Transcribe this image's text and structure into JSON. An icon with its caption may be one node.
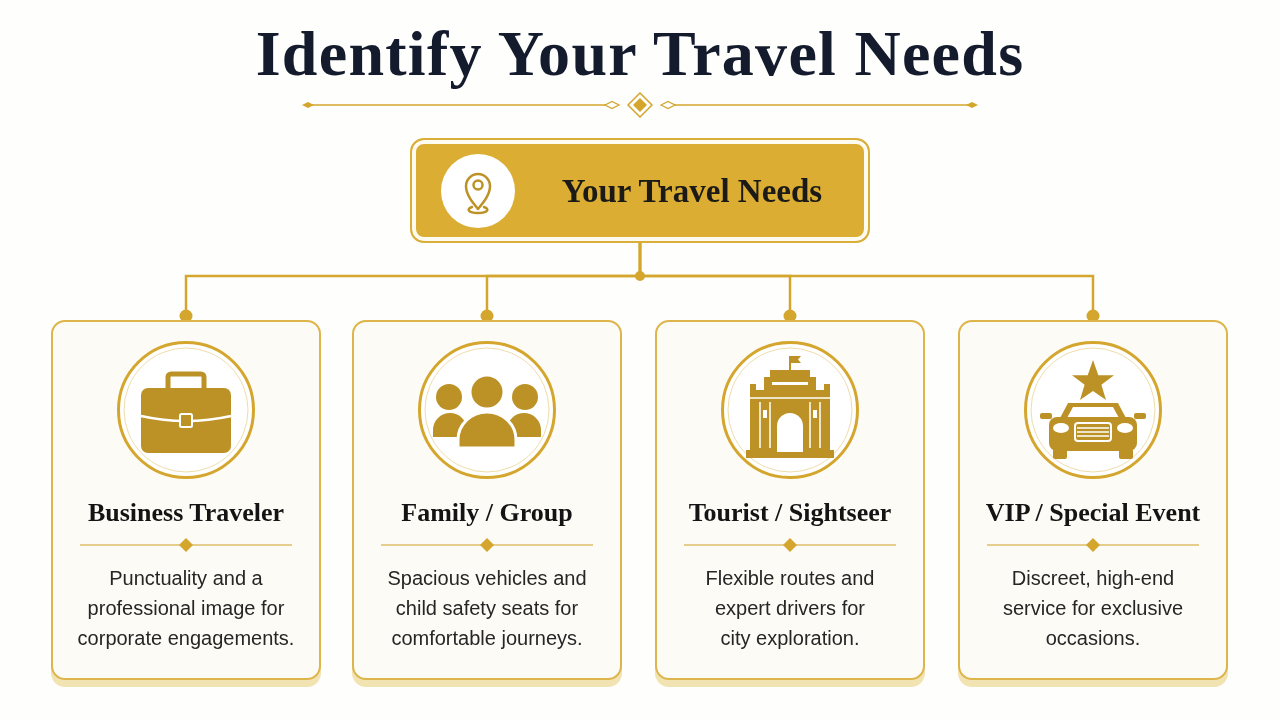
{
  "diagram": {
    "title": "Identify Your Travel Needs",
    "nodes": [
      {
        "text": [
          "Your Travel Needs"
        ]
      },
      {
        "text": [
          "Business Traveler",
          "Punctuality and a professional image for corporate engagements."
        ]
      },
      {
        "text": [
          "Family / Group",
          "Spacious vehicles and child safety seats for comfortable journeys."
        ]
      },
      {
        "text": [
          "Tourist / Sightseer",
          "Flexible routes and expert drivers for city exploration."
        ]
      },
      {
        "text": [
          "VIP / Special Event",
          "Discreet, high-end service for exclusive occasions."
        ]
      }
    ],
    "edges": [
      {
        "from": 0,
        "to": 1,
        "arrow": "other"
      },
      {
        "from": 0,
        "to": 2,
        "arrow": "other"
      },
      {
        "from": 0,
        "to": 3,
        "arrow": "other"
      },
      {
        "from": 0,
        "to": 4,
        "arrow": "other"
      }
    ]
  }
}
